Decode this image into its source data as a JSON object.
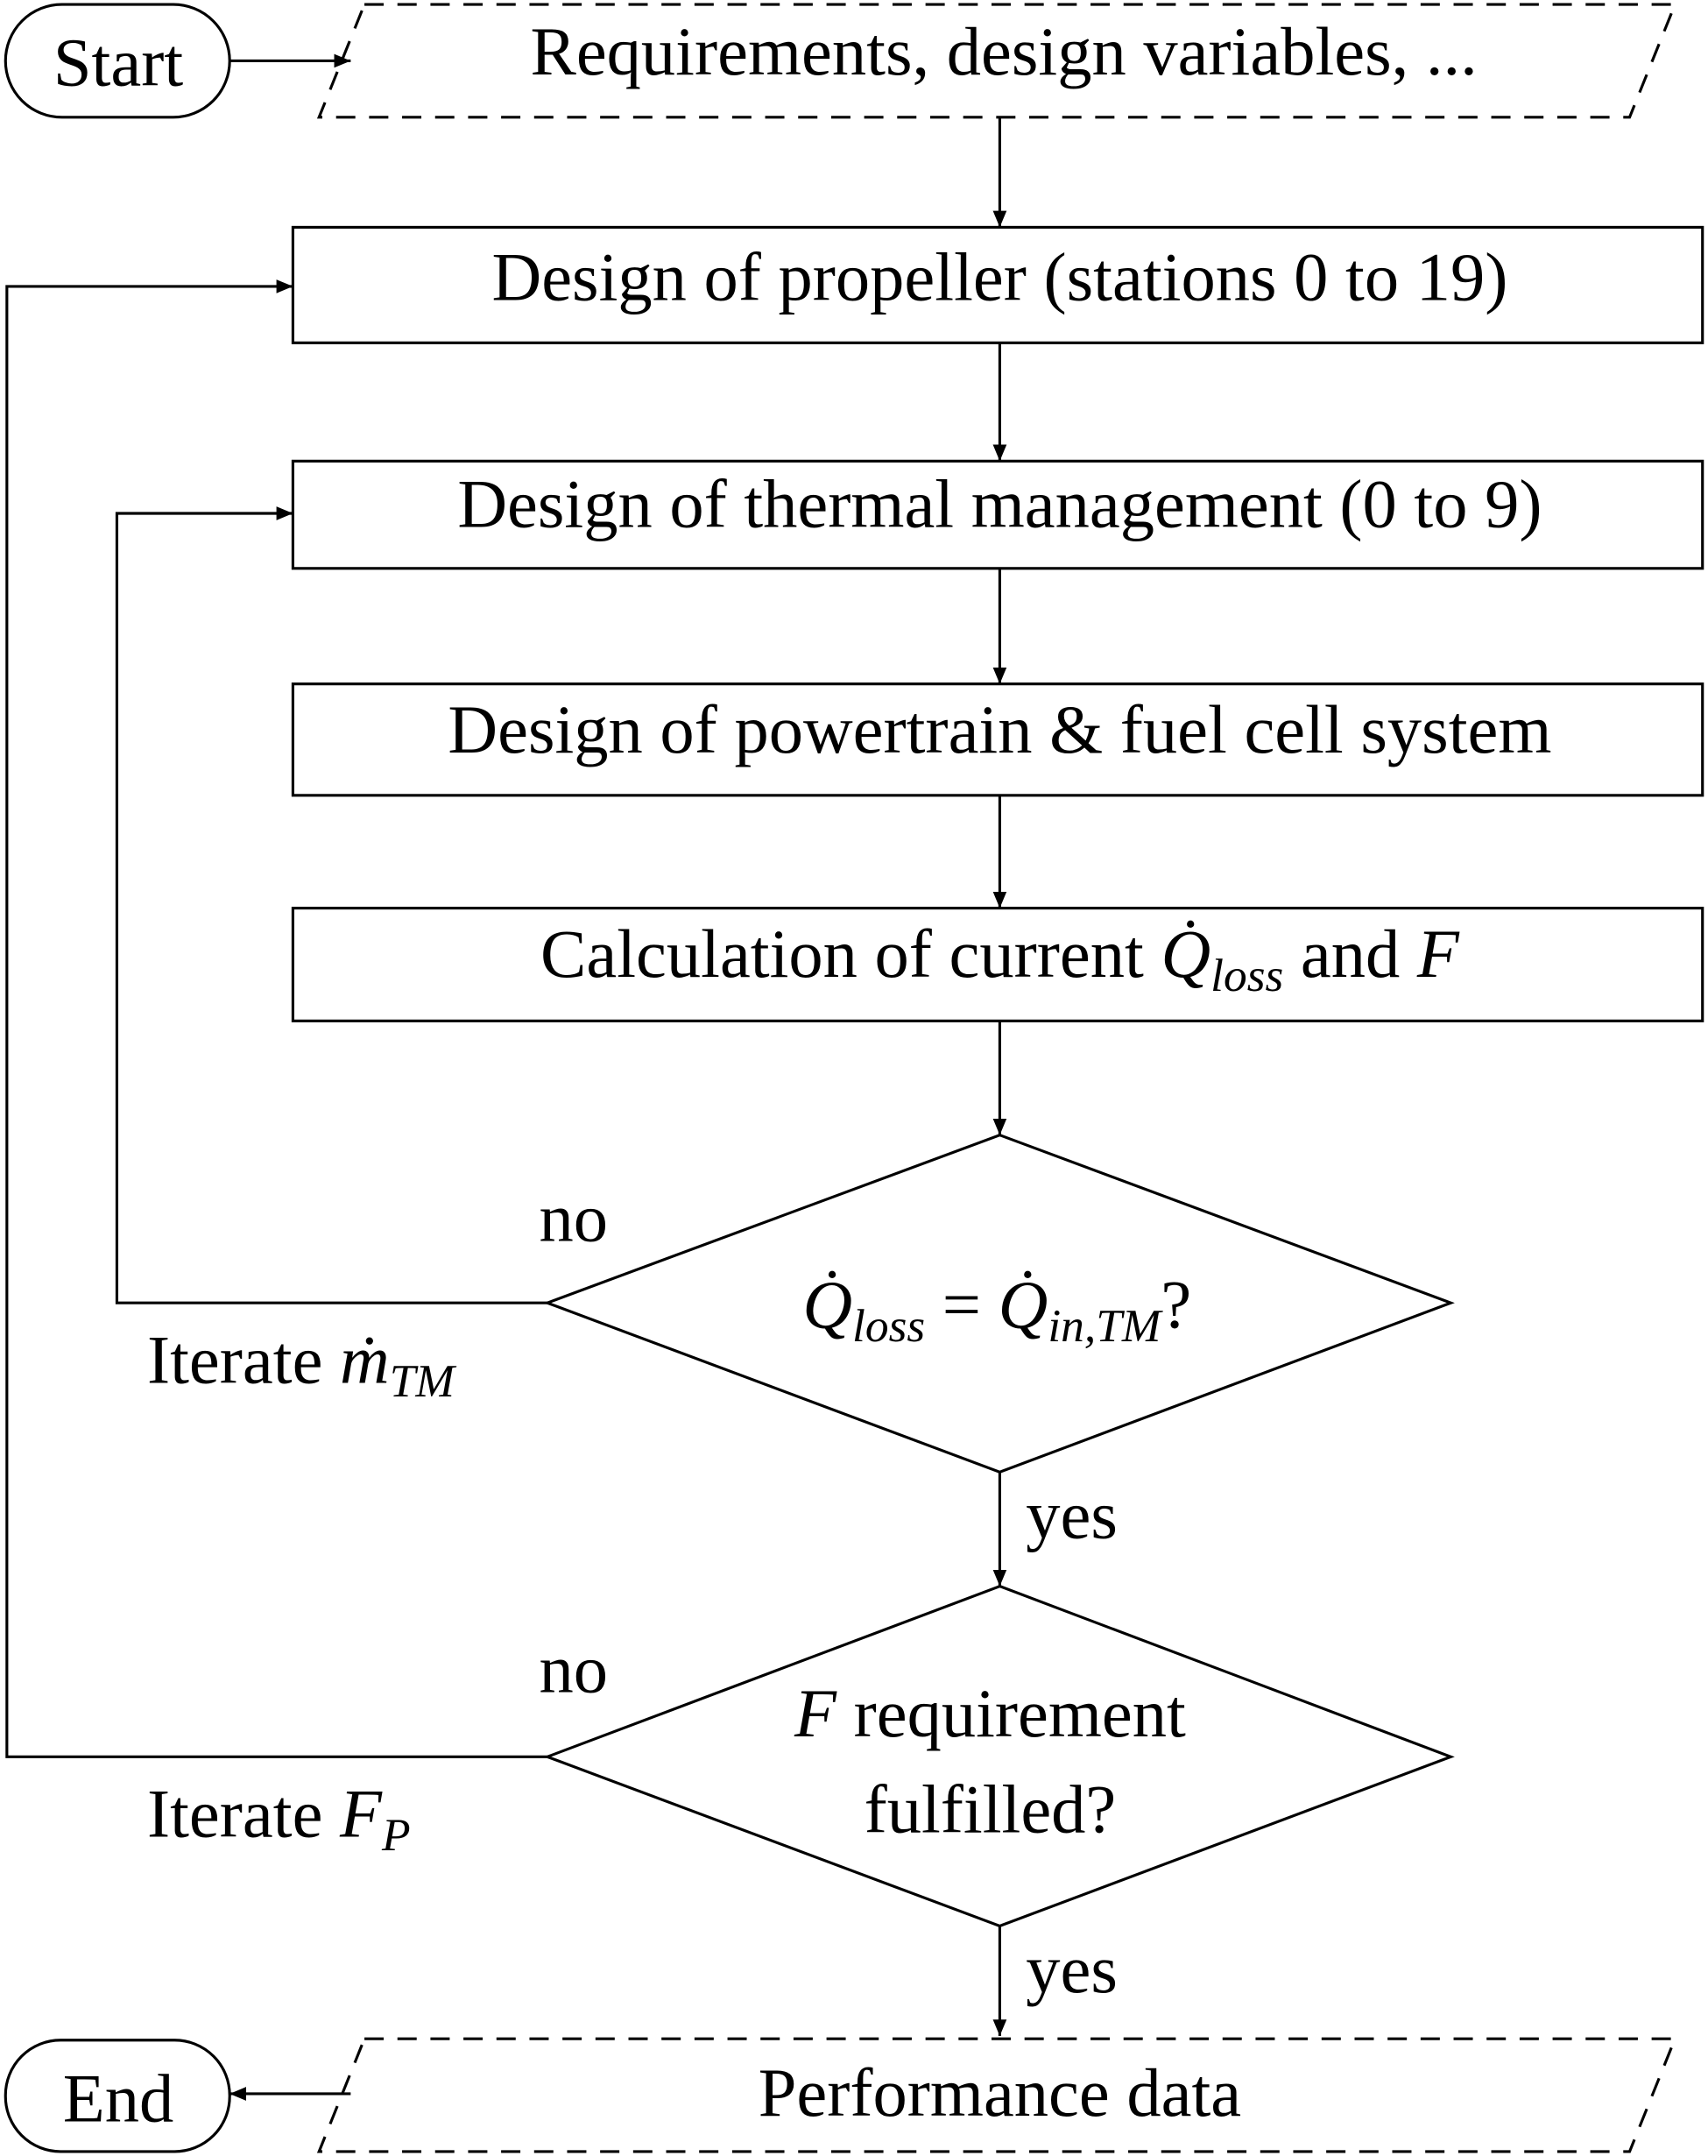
{
  "start": "Start",
  "end": "End",
  "input": "Requirements, design variables, ...",
  "output": "Performance data",
  "steps": [
    "Design of propeller (stations 0 to 19)",
    "Design of thermal management (0 to 9)",
    "Design of powertrain & fuel cell system"
  ],
  "calc": {
    "prefix": "Calculation of current ",
    "q": "Q̇",
    "q_sub": "loss",
    "mid": " and ",
    "f": "F"
  },
  "decision1": {
    "q1": "Q̇",
    "sub1": "loss",
    "eq": " = ",
    "q2": "Q̇",
    "sub2": "in,TM",
    "qm": "?",
    "no": "no",
    "yes": "yes",
    "iterate": "Iterate ",
    "var": "ṁ",
    "var_sub": "TM"
  },
  "decision2": {
    "f": "F",
    "line1": " requirement",
    "line2": "fulfilled?",
    "no": "no",
    "yes": "yes",
    "iterate": "Iterate ",
    "var": "F",
    "var_sub": "P"
  }
}
